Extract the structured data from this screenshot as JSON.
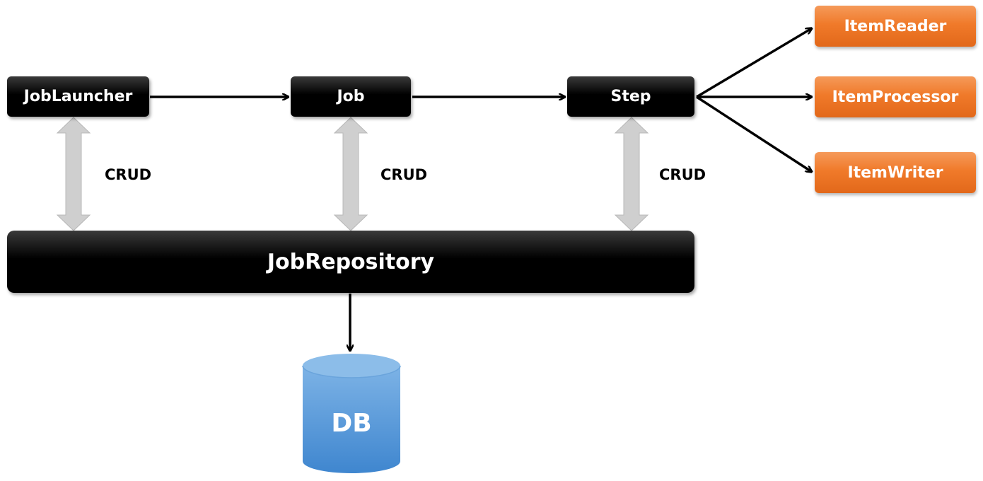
{
  "nodes": {
    "job_launcher": "JobLauncher",
    "job": "Job",
    "step": "Step",
    "item_reader": "ItemReader",
    "item_processor": "ItemProcessor",
    "item_writer": "ItemWriter",
    "job_repository": "JobRepository",
    "db": "DB"
  },
  "edges": {
    "crud_label_1": "CRUD",
    "crud_label_2": "CRUD",
    "crud_label_3": "CRUD"
  },
  "colors": {
    "node_dark": "#000000",
    "node_orange": "#f07a2a",
    "db_blue": "#4f93d6",
    "crud_arrow": "#c8c8c8"
  }
}
